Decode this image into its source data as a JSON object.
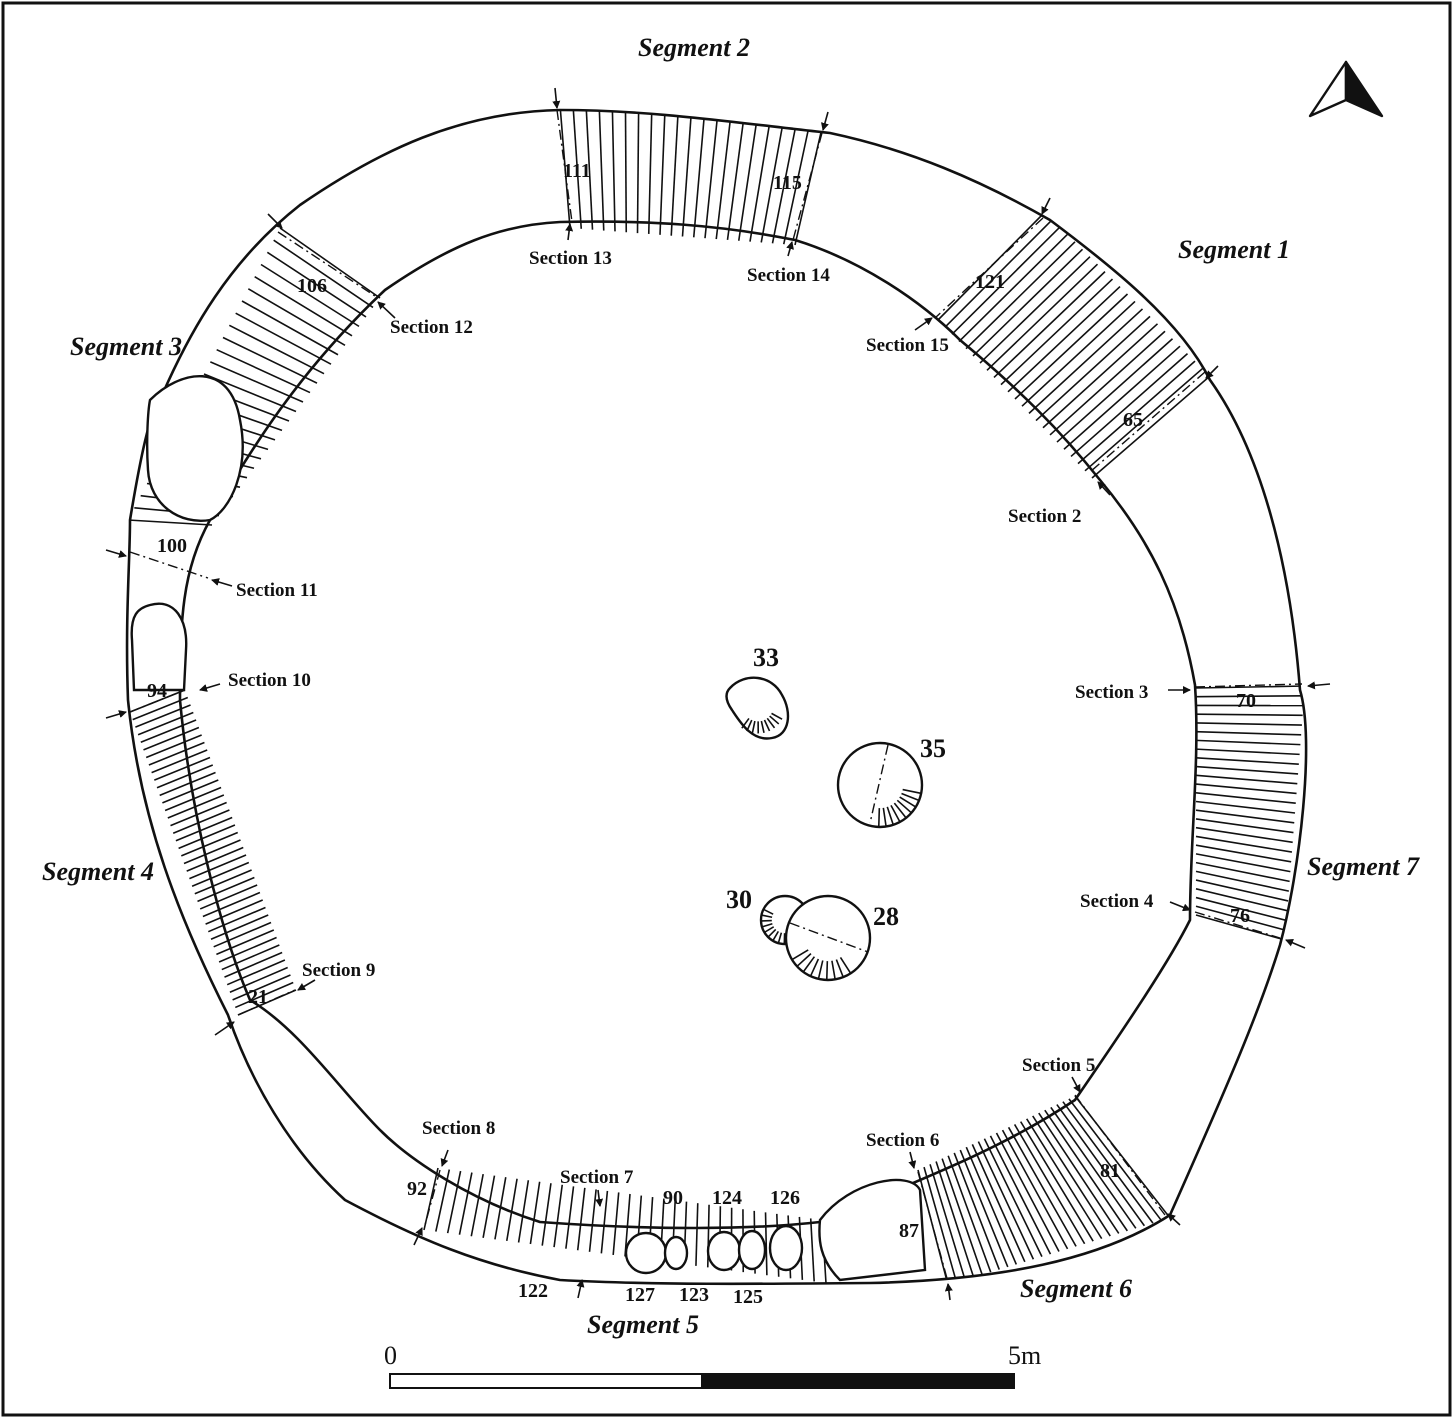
{
  "segments": {
    "s1": "Segment 1",
    "s2": "Segment 2",
    "s3": "Segment 3",
    "s4": "Segment 4",
    "s5": "Segment 5",
    "s6": "Segment 6",
    "s7": "Segment 7"
  },
  "sections": {
    "sec2": "Section 2",
    "sec3": "Section 3",
    "sec4": "Section 4",
    "sec5": "Section 5",
    "sec6": "Section 6",
    "sec7": "Section 7",
    "sec8": "Section 8",
    "sec9": "Section 9",
    "sec10": "Section 10",
    "sec11": "Section 11",
    "sec12": "Section 12",
    "sec13": "Section 13",
    "sec14": "Section 14",
    "sec15": "Section 15"
  },
  "contexts": {
    "c111": "111",
    "c115": "115",
    "c121": "121",
    "c65": "65",
    "c106": "106",
    "c100": "100",
    "c94": "94",
    "c21": "21",
    "c70": "70",
    "c76": "76",
    "c81": "81",
    "c87": "87",
    "c92": "92",
    "c90": "90",
    "c124": "124",
    "c126": "126",
    "c122": "122",
    "c127": "127",
    "c123": "123",
    "c125": "125",
    "c33": "33",
    "c35": "35",
    "c30": "30",
    "c28": "28"
  },
  "scale": {
    "start": "0",
    "end": "5m"
  },
  "icons": {
    "north": "north-arrow-icon"
  }
}
